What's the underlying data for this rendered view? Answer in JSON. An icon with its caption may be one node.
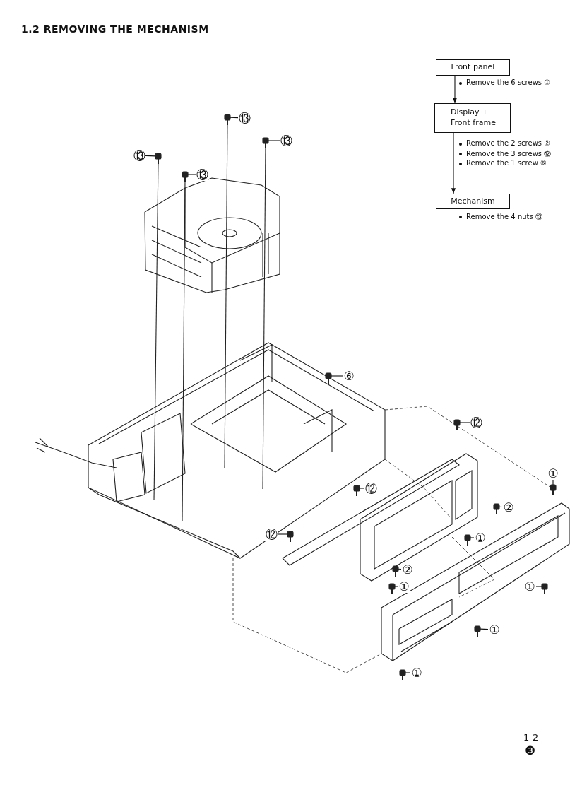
{
  "diagram": {
    "title": "1.2 REMOVING THE MECHANISM",
    "nodes": [
      {
        "text": [
          "Front panel"
        ]
      },
      {
        "text": [
          "Display + Front frame"
        ]
      },
      {
        "text": [
          "Mechanism"
        ]
      },
      {
        "text": [
          "⑬"
        ]
      },
      {
        "text": [
          "⑬"
        ]
      },
      {
        "text": [
          "⑬"
        ]
      },
      {
        "text": [
          "⑬"
        ]
      },
      {
        "text": [
          "⑥"
        ]
      },
      {
        "text": [
          "⑫"
        ]
      },
      {
        "text": [
          "⑫"
        ]
      },
      {
        "text": [
          "⑫"
        ]
      },
      {
        "text": [
          "②"
        ]
      },
      {
        "text": [
          "②"
        ]
      },
      {
        "text": [
          "①"
        ]
      },
      {
        "text": [
          "①"
        ]
      },
      {
        "text": [
          "①"
        ]
      },
      {
        "text": [
          "①"
        ]
      },
      {
        "text": [
          "①"
        ]
      },
      {
        "text": [
          "①"
        ]
      }
    ],
    "edges": [
      {
        "from": 0,
        "to": 1,
        "arrow": "to"
      },
      {
        "from": 1,
        "to": 2,
        "arrow": "to"
      },
      {
        "from": 3,
        "to": null,
        "arrow": "none"
      },
      {
        "from": 4,
        "to": null,
        "arrow": "none"
      },
      {
        "from": 5,
        "to": null,
        "arrow": "none"
      },
      {
        "from": 6,
        "to": null,
        "arrow": "none"
      },
      {
        "from": 7,
        "to": null,
        "arrow": "none"
      },
      {
        "from": 8,
        "to": null,
        "arrow": "none"
      },
      {
        "from": 9,
        "to": null,
        "arrow": "none"
      },
      {
        "from": 10,
        "to": null,
        "arrow": "none"
      },
      {
        "from": 11,
        "to": null,
        "arrow": "none"
      },
      {
        "from": 12,
        "to": null,
        "arrow": "none"
      },
      {
        "from": 13,
        "to": null,
        "arrow": "none"
      },
      {
        "from": 14,
        "to": null,
        "arrow": "none"
      },
      {
        "from": 15,
        "to": null,
        "arrow": "none"
      },
      {
        "from": 16,
        "to": null,
        "arrow": "none"
      },
      {
        "from": 17,
        "to": null,
        "arrow": "none"
      },
      {
        "from": 18,
        "to": null,
        "arrow": "none"
      }
    ],
    "labels": [
      "Remove the 6 screws ①",
      "Remove the 2 screws ②",
      "Remove the 3 screws ⑫",
      "Remove the 1 screw ⑥",
      "Remove the 4 nuts ⑬",
      "1-2",
      "❸"
    ]
  }
}
